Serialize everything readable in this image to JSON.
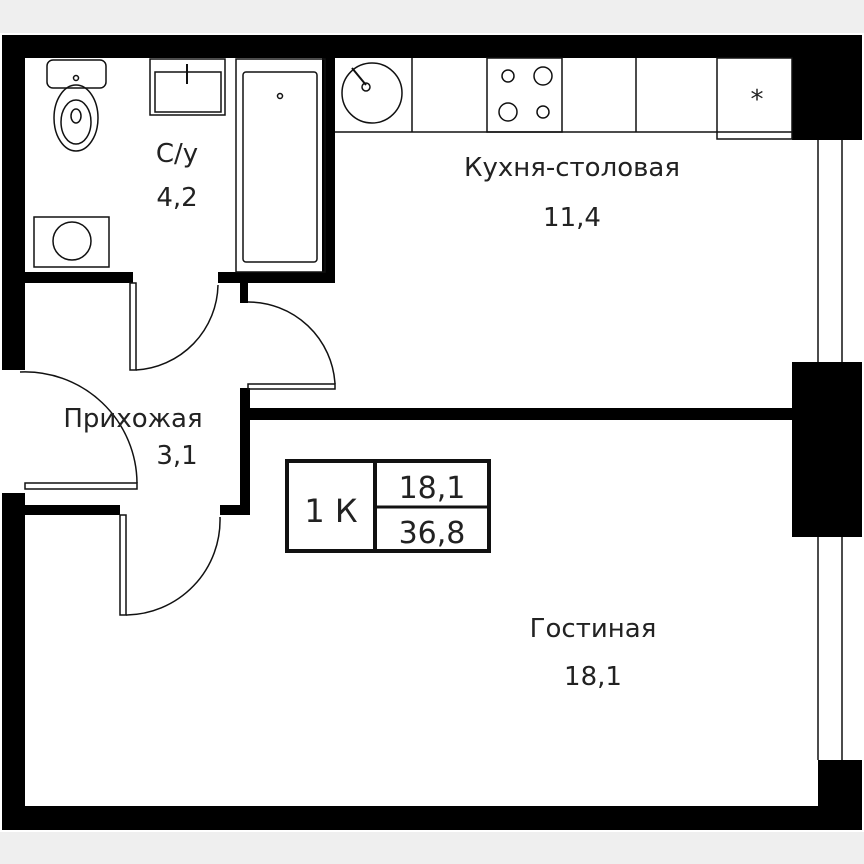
{
  "apartment": {
    "rooms_label": "1 К",
    "living_area": "18,1",
    "total_area": "36,8"
  },
  "rooms": [
    {
      "name": "С/у",
      "area": "4,2"
    },
    {
      "name": "Кухня-столовая",
      "area": "11,4"
    },
    {
      "name": "Прихожая",
      "area": "3,1"
    },
    {
      "name": "Гостиная",
      "area": "18,1"
    }
  ],
  "symbols": {
    "fridge_mark": "*"
  },
  "colors": {
    "wall": "#000000",
    "floor": "#ffffff",
    "background": "#efefef"
  }
}
